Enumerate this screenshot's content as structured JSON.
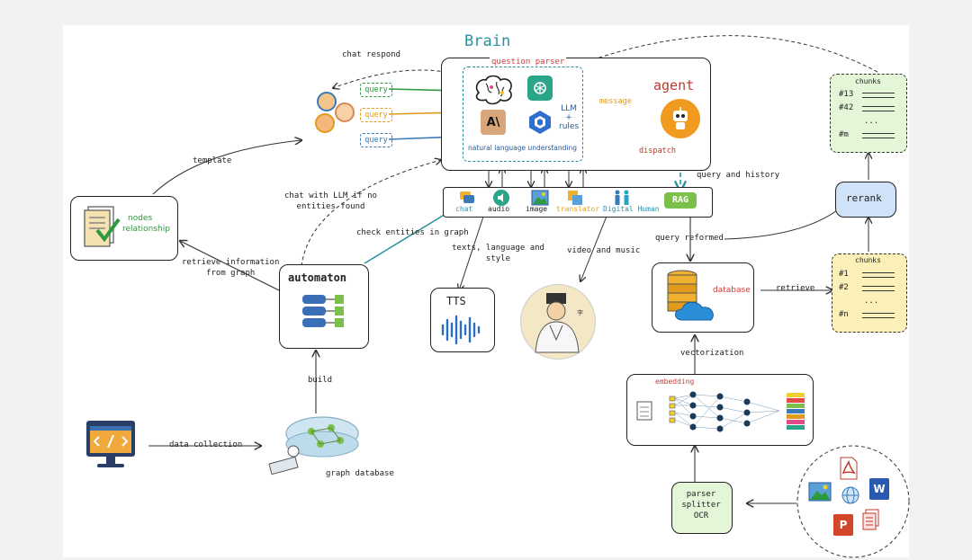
{
  "brain": {
    "title": "Brain",
    "parser": "question parser",
    "nlu": "natural language understanding",
    "llm_rules": "LLM\n+\nrules",
    "message": "message",
    "agent": "agent",
    "dispatch": "dispatch"
  },
  "labels": {
    "chat_respond": "chat respond",
    "template": "template",
    "chat_llm": "chat with LLM if no\nentities found",
    "check_entities": "check entities in graph",
    "retrieve_graph": "retrieve information\nfrom graph",
    "texts_style": "texts, language and\nstyle",
    "video_music": "video and music",
    "query_history": "query and history",
    "query_reformed": "query reformed",
    "retrieve": "retrieve",
    "vectorization": "vectorization",
    "build": "build",
    "data_collection": "data collection",
    "graph_database": "graph database",
    "embedding": "embedding"
  },
  "queries": [
    "query",
    "query",
    "query"
  ],
  "nodes_box": {
    "line1": "nodes",
    "line2": "relationship"
  },
  "automaton": "automaton",
  "tools": [
    {
      "label": "chat",
      "color": "#2a8fb0"
    },
    {
      "label": "audio",
      "color": "#222"
    },
    {
      "label": "image",
      "color": "#222"
    },
    {
      "label": "translator",
      "color": "#e0a020"
    },
    {
      "label": "Digital Human",
      "color": "#2a8fb0"
    }
  ],
  "rag": "RAG",
  "tts": "TTS",
  "database": "database",
  "rerank": "rerank",
  "chunks_top": {
    "title": "chunks",
    "items": [
      "#13",
      "#42",
      "...",
      "#m"
    ]
  },
  "chunks_bottom": {
    "title": "chunks",
    "items": [
      "#1",
      "#2",
      "...",
      "#n"
    ]
  },
  "parser_box": {
    "line1": "parser",
    "line2": "splitter",
    "line3": "OCR"
  },
  "colors": {
    "green": "#2d9a3e",
    "orange": "#e29a1c",
    "blue": "#3a7ab8",
    "teal": "#2a8fa0",
    "red": "#d23a3a",
    "chunk_bg": "#e4f6d8",
    "chunk_bg2": "#fbf0b8",
    "rerank_bg": "#cfe2f7",
    "parser_bg": "#e4f6d8"
  }
}
